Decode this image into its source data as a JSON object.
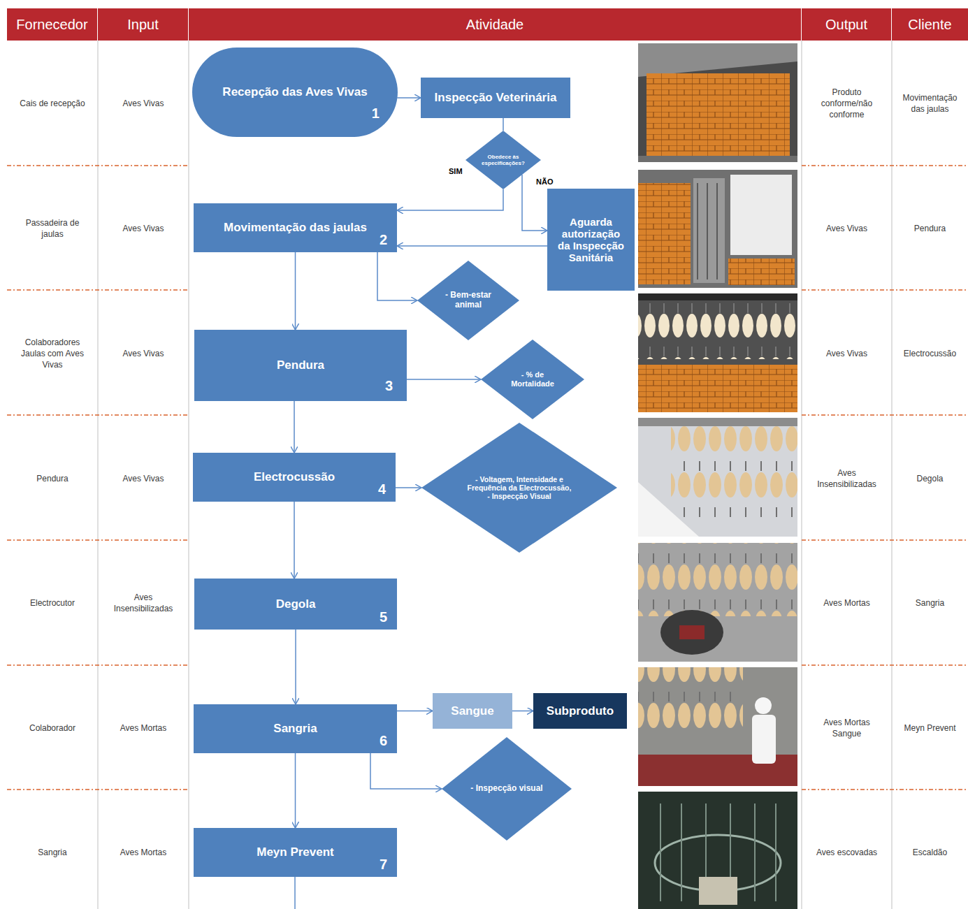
{
  "diagram": {
    "nodes": [
      {
        "text": [
          "Fornecedor"
        ]
      },
      {
        "text": [
          "Input"
        ]
      },
      {
        "text": [
          "Atividade"
        ]
      },
      {
        "text": [
          "Output"
        ]
      },
      {
        "text": [
          "Cliente"
        ]
      },
      {
        "text": [
          "Recepção das Aves Vivas",
          "1"
        ]
      },
      {
        "text": [
          "Inspecção Veterinária"
        ]
      },
      {
        "text": [
          "Obedece às especificações?"
        ]
      },
      {
        "text": [
          "Movimentação das jaulas",
          "2"
        ]
      },
      {
        "text": [
          "Aguarda autorização da Inspecção Sanitária"
        ]
      },
      {
        "text": [
          "- Bem-estar animal"
        ]
      },
      {
        "text": [
          "Pendura",
          "3"
        ]
      },
      {
        "text": [
          "- % de Mortalidade"
        ]
      },
      {
        "text": [
          "Electrocussão",
          "4"
        ]
      },
      {
        "text": [
          "- Voltagem, Intensidade e Frequência da Electrocussão,",
          "- Inspecção Visual"
        ]
      },
      {
        "text": [
          "Degola",
          "5"
        ]
      },
      {
        "text": [
          "Sangria",
          "6"
        ]
      },
      {
        "text": [
          "Sangue"
        ]
      },
      {
        "text": [
          "Subproduto"
        ]
      },
      {
        "text": [
          "- Inspecção visual"
        ]
      },
      {
        "text": [
          "Meyn Prevent",
          "7"
        ]
      }
    ],
    "edges": [
      {
        "from": 5,
        "to": 6,
        "arrow": "to"
      },
      {
        "from": 6,
        "to": 7,
        "arrow": "none"
      },
      {
        "from": 7,
        "to": 8,
        "label": "SIM",
        "arrow": "to"
      },
      {
        "from": 7,
        "to": 9,
        "label": "NÃO",
        "arrow": "to"
      },
      {
        "from": 9,
        "to": 8,
        "arrow": "to"
      },
      {
        "from": 8,
        "to": 10,
        "arrow": "to"
      },
      {
        "from": 8,
        "to": 11,
        "arrow": "to"
      },
      {
        "from": 11,
        "to": 12,
        "arrow": "to"
      },
      {
        "from": 11,
        "to": 13,
        "arrow": "to"
      },
      {
        "from": 13,
        "to": 14,
        "arrow": "to"
      },
      {
        "from": 13,
        "to": 15,
        "arrow": "to"
      },
      {
        "from": 15,
        "to": 16,
        "arrow": "to"
      },
      {
        "from": 16,
        "to": 17,
        "arrow": "to"
      },
      {
        "from": 17,
        "to": 18,
        "arrow": "to"
      },
      {
        "from": 16,
        "to": 19,
        "arrow": "to"
      },
      {
        "from": 16,
        "to": 20,
        "arrow": "to"
      }
    ],
    "labels": [
      "Cais de recepção",
      "Aves Vivas",
      "Produto conforme/não conforme",
      "Movimentação das jaulas",
      "Passadeira de jaulas",
      "Aves Vivas",
      "Aves Vivas",
      "Pendura",
      "Colaboradores Jaulas com Aves Vivas",
      "Aves Vivas",
      "Aves Vivas",
      "Electrocussão",
      "Pendura",
      "Aves Vivas",
      "Aves Insensibilizadas",
      "Degola",
      "Electrocutor",
      "Aves Insensibilizadas",
      "Aves Mortas",
      "Sangria",
      "Colaborador",
      "Aves Mortas",
      "Aves Mortas Sangue",
      "Meyn Prevent",
      "Sangria",
      "Aves Mortas",
      "Aves escovadas",
      "Escaldão"
    ]
  }
}
